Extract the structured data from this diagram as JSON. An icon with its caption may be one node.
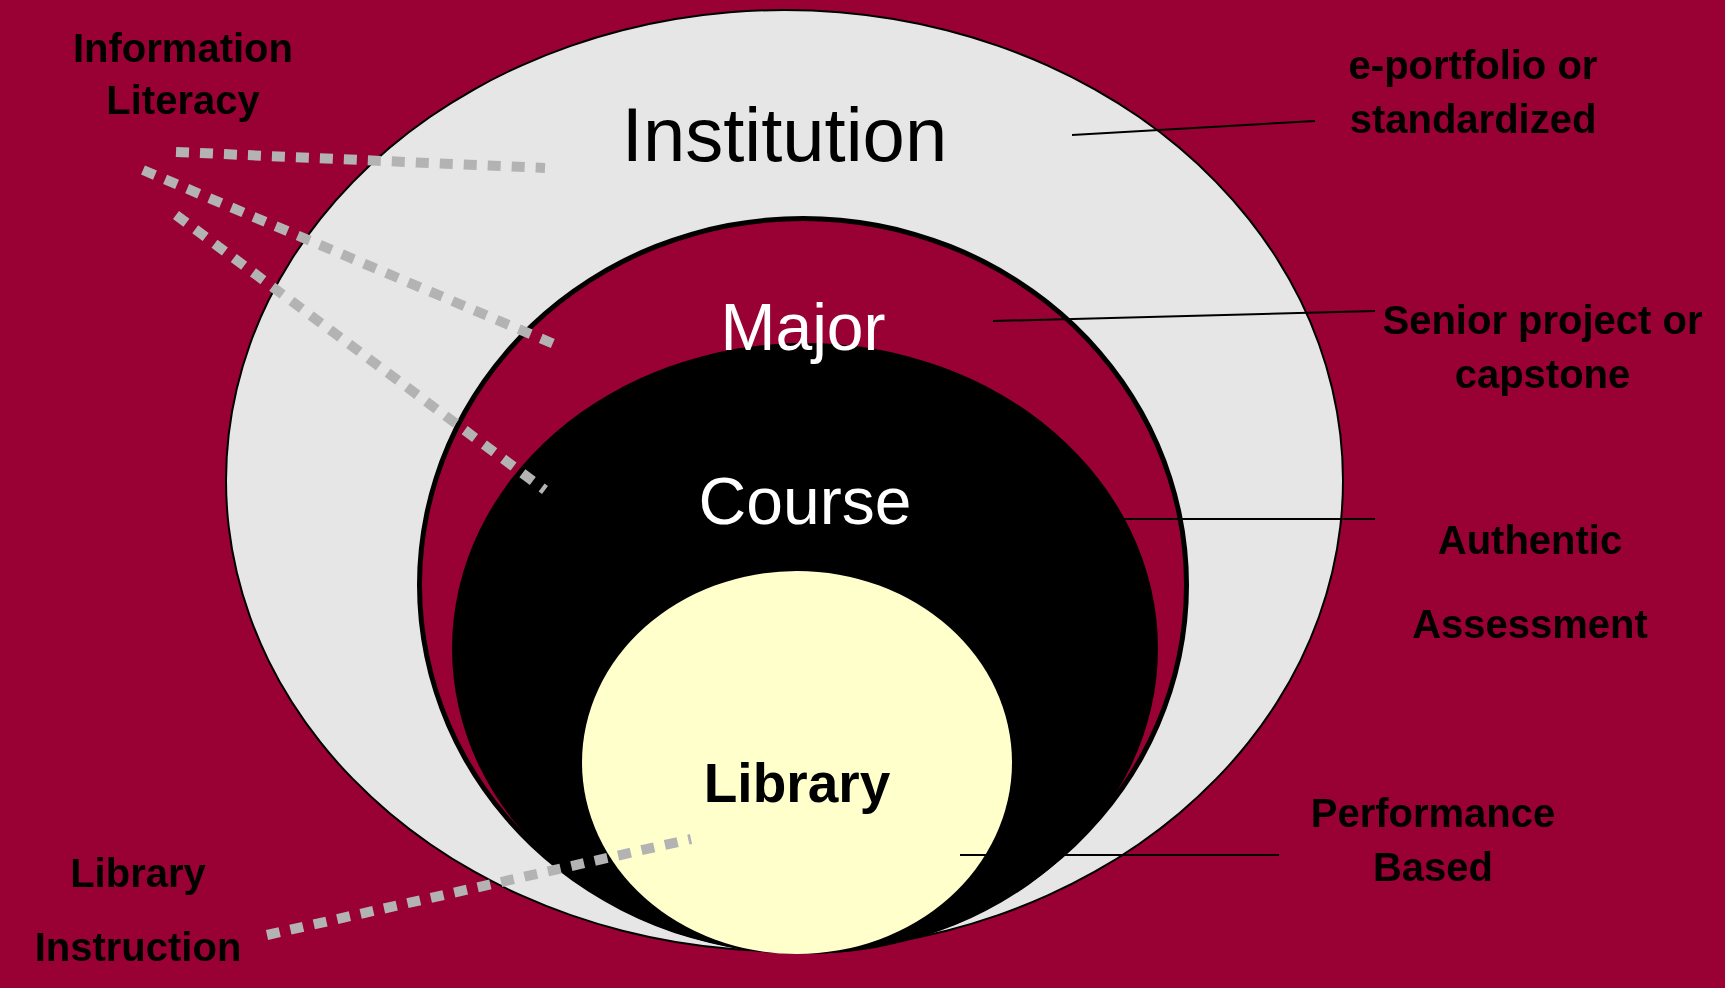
{
  "diagram": {
    "nodes": [
      {
        "text": [
          "Institution"
        ]
      },
      {
        "text": [
          "Major"
        ],
        "in": 0
      },
      {
        "text": [
          "Course"
        ],
        "in": 1
      },
      {
        "text": [
          "Library"
        ],
        "in": 2
      },
      {
        "text": [
          "Information Literacy"
        ]
      },
      {
        "text": [
          "Library Instruction"
        ]
      },
      {
        "text": [
          "e-portfolio or standardized"
        ]
      },
      {
        "text": [
          "Senior project or capstone"
        ]
      },
      {
        "text": [
          "Authentic Assessment"
        ]
      },
      {
        "text": [
          "Performance Based"
        ]
      }
    ],
    "edges": [
      {
        "from": 4,
        "to": 0,
        "arrow": "none",
        "style": "dashed",
        "color": "#b3b3b3"
      },
      {
        "from": 4,
        "to": 1,
        "arrow": "none",
        "style": "dashed",
        "color": "#b3b3b3"
      },
      {
        "from": 4,
        "to": 2,
        "arrow": "none",
        "style": "dashed",
        "color": "#b3b3b3"
      },
      {
        "from": 5,
        "to": 3,
        "arrow": "none",
        "style": "dashed",
        "color": "#b3b3b3"
      },
      {
        "from": 6,
        "to": 0,
        "arrow": "none",
        "color": "#000000"
      },
      {
        "from": 7,
        "to": 1,
        "arrow": "none",
        "color": "#000000"
      },
      {
        "from": 8,
        "to": 2,
        "arrow": "none",
        "color": "#000000"
      },
      {
        "from": 9,
        "to": 3,
        "arrow": "none",
        "color": "#000000"
      }
    ]
  }
}
